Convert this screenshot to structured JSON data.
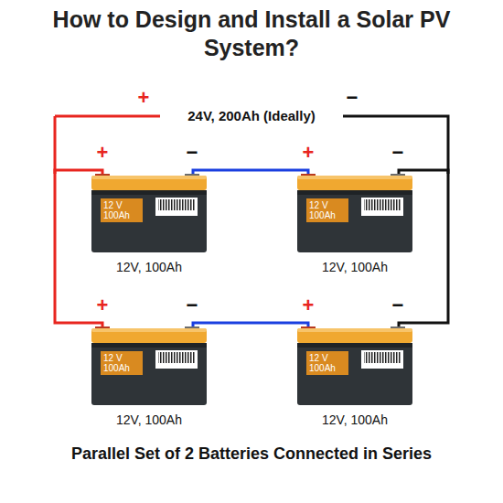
{
  "diagram": {
    "title": "How to Design and Install a Solar PV System?",
    "caption": "Parallel Set of 2 Batteries Connected in Series",
    "nodes": [
      {
        "text": [
          "12 V 100Ah",
          "12V, 100Ah"
        ]
      },
      {
        "text": [
          "12 V 100Ah",
          "12V, 100Ah"
        ]
      },
      {
        "text": [
          "12 V 100Ah",
          "12V, 100Ah"
        ]
      },
      {
        "text": [
          "12 V 100Ah",
          "12V, 100Ah"
        ]
      }
    ],
    "edges": [
      {
        "from": 0,
        "to": 1,
        "arrow": "none"
      },
      {
        "from": 2,
        "to": 3,
        "arrow": "none"
      },
      {
        "from": 0,
        "to": 2,
        "arrow": "none"
      },
      {
        "from": 1,
        "to": 3,
        "arrow": "none"
      }
    ],
    "labels": [
      "+",
      "24V, 200Ah (Ideally)",
      "−",
      "+",
      "−",
      "+",
      "−",
      "+",
      "−",
      "+",
      "−"
    ]
  }
}
